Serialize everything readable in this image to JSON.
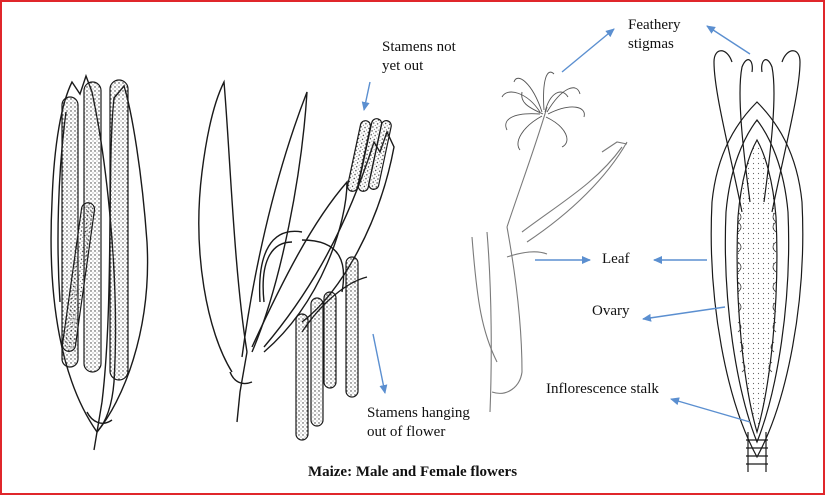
{
  "labels": {
    "stamens_not_yet_out": [
      "Stamens not",
      "yet out"
    ],
    "feathery_stigmas": [
      "Feathery",
      "stigmas"
    ],
    "leaf": "Leaf",
    "ovary": "Ovary",
    "inflorescence_stalk": "Inflorescence stalk",
    "stamens_hanging": [
      "Stamens hanging",
      "out of flower"
    ]
  },
  "caption": "Maize: Male and Female flowers",
  "colors": {
    "frame": "#e0262b",
    "arrow": "#5b8fd0",
    "line": "#1a1a1a"
  }
}
